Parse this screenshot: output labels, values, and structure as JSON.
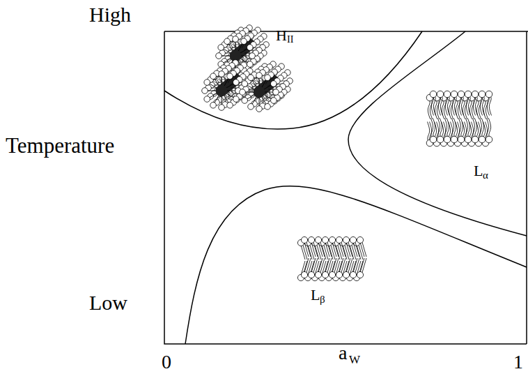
{
  "diagram": {
    "labels": [
      "High",
      "Temperature",
      "Low",
      "H",
      "II",
      "L",
      "α",
      "L",
      "β",
      "0",
      "a",
      "W",
      "1"
    ]
  }
}
